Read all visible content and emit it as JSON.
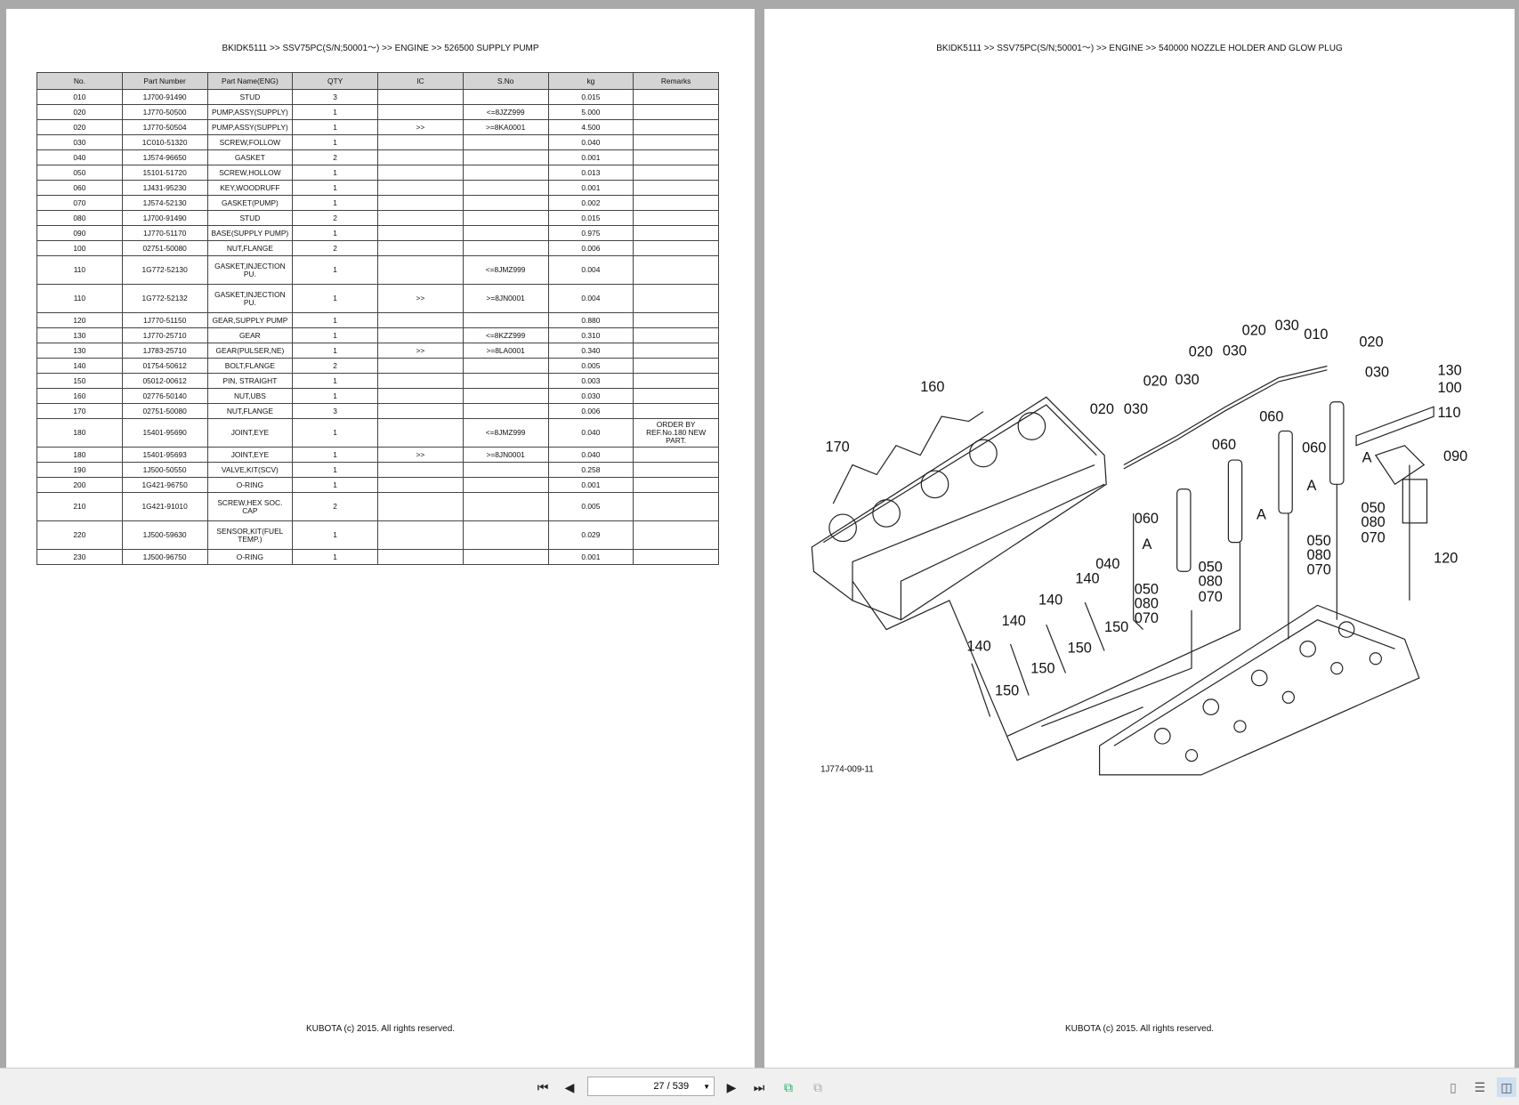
{
  "left_page": {
    "header": "BKIDK5111  >>  SSV75PC(S/N;50001～) >> ENGINE >> 526500   SUPPLY PUMP",
    "footer": "KUBOTA (c) 2015. All rights reserved.",
    "columns": [
      "No.",
      "Part Number",
      "Part Name(ENG)",
      "QTY",
      "IC",
      "S.No",
      "kg",
      "Remarks"
    ],
    "rows": [
      [
        "010",
        "1J700-91490",
        "STUD",
        "3",
        "",
        "",
        "0.015",
        ""
      ],
      [
        "020",
        "1J770-50500",
        "PUMP,ASSY(SUPPLY)",
        "1",
        "",
        "<=8JZZ999",
        "5.000",
        ""
      ],
      [
        "020",
        "1J770-50504",
        "PUMP,ASSY(SUPPLY)",
        "1",
        ">>",
        ">=8KA0001",
        "4.500",
        ""
      ],
      [
        "030",
        "1C010-51320",
        "SCREW,FOLLOW",
        "1",
        "",
        "",
        "0.040",
        ""
      ],
      [
        "040",
        "1J574-96650",
        "GASKET",
        "2",
        "",
        "",
        "0.001",
        ""
      ],
      [
        "050",
        "15101-51720",
        "SCREW,HOLLOW",
        "1",
        "",
        "",
        "0.013",
        ""
      ],
      [
        "060",
        "1J431-95230",
        "KEY,WOODRUFF",
        "1",
        "",
        "",
        "0.001",
        ""
      ],
      [
        "070",
        "1J574-52130",
        "GASKET(PUMP)",
        "1",
        "",
        "",
        "0.002",
        ""
      ],
      [
        "080",
        "1J700-91490",
        "STUD",
        "2",
        "",
        "",
        "0.015",
        ""
      ],
      [
        "090",
        "1J770-51170",
        "BASE(SUPPLY PUMP)",
        "1",
        "",
        "",
        "0.975",
        ""
      ],
      [
        "100",
        "02751-50080",
        "NUT,FLANGE",
        "2",
        "",
        "",
        "0.006",
        ""
      ],
      [
        "110",
        "1G772-52130",
        "GASKET,INJECTION PU.",
        "1",
        "",
        "<=8JMZ999",
        "0.004",
        ""
      ],
      [
        "110",
        "1G772-52132",
        "GASKET,INJECTION PU.",
        "1",
        ">>",
        ">=8JN0001",
        "0.004",
        ""
      ],
      [
        "120",
        "1J770-51150",
        "GEAR,SUPPLY PUMP",
        "1",
        "",
        "",
        "0.880",
        ""
      ],
      [
        "130",
        "1J770-25710",
        "GEAR",
        "1",
        "",
        "<=8KZZ999",
        "0.310",
        ""
      ],
      [
        "130",
        "1J783-25710",
        "GEAR(PULSER,NE)",
        "1",
        ">>",
        ">=8LA0001",
        "0.340",
        ""
      ],
      [
        "140",
        "01754-50612",
        "BOLT,FLANGE",
        "2",
        "",
        "",
        "0.005",
        ""
      ],
      [
        "150",
        "05012-00612",
        "PIN, STRAIGHT",
        "1",
        "",
        "",
        "0.003",
        ""
      ],
      [
        "160",
        "02776-50140",
        "NUT,UBS",
        "1",
        "",
        "",
        "0.030",
        ""
      ],
      [
        "170",
        "02751-50080",
        "NUT,FLANGE",
        "3",
        "",
        "",
        "0.006",
        ""
      ],
      [
        "180",
        "15401-95690",
        "JOINT,EYE",
        "1",
        "",
        "<=8JMZ999",
        "0.040",
        "ORDER BY REF.No.180 NEW PART."
      ],
      [
        "180",
        "15401-95693",
        "JOINT,EYE",
        "1",
        ">>",
        ">=8JN0001",
        "0.040",
        ""
      ],
      [
        "190",
        "1J500-50550",
        "VALVE,KIT(SCV)",
        "1",
        "",
        "",
        "0.258",
        ""
      ],
      [
        "200",
        "1G421-96750",
        "O-RING",
        "1",
        "",
        "",
        "0.001",
        ""
      ],
      [
        "210",
        "1G421-91010",
        "SCREW,HEX SOC. CAP",
        "2",
        "",
        "",
        "0.005",
        ""
      ],
      [
        "220",
        "1J500-59630",
        "SENSOR,KIT(FUEL TEMP.)",
        "1",
        "",
        "",
        "0.029",
        ""
      ],
      [
        "230",
        "1J500-96750",
        "O-RING",
        "1",
        "",
        "",
        "0.001",
        ""
      ]
    ]
  },
  "right_page": {
    "header": "BKIDK5111  >>  SSV75PC(S/N;50001～) >> ENGINE >> 540000   NOZZLE HOLDER AND GLOW PLUG",
    "footer": "KUBOTA (c) 2015. All rights reserved.",
    "diagram_id": "1J774-009-11",
    "callouts": [
      "160",
      "170",
      "020",
      "030",
      "010",
      "020",
      "020",
      "030",
      "030",
      "130",
      "100",
      "020",
      "030",
      "020",
      "030",
      "060",
      "110",
      "060",
      "060",
      "A",
      "090",
      "A",
      "050",
      "060",
      "A",
      "080",
      "A",
      "070",
      "050",
      "080",
      "120",
      "040",
      "050",
      "070",
      "140",
      "080",
      "050",
      "070",
      "140",
      "080",
      "070",
      "150",
      "140",
      "150",
      "140",
      "150",
      "150"
    ]
  },
  "toolbar": {
    "page_indicator": "27 / 539",
    "icons": [
      "first-page-icon",
      "previous-page-icon",
      "next-page-icon",
      "last-page-icon",
      "previous-view-icon",
      "next-view-icon",
      "single-page-icon",
      "continuous-icon",
      "facing-pages-icon"
    ]
  }
}
